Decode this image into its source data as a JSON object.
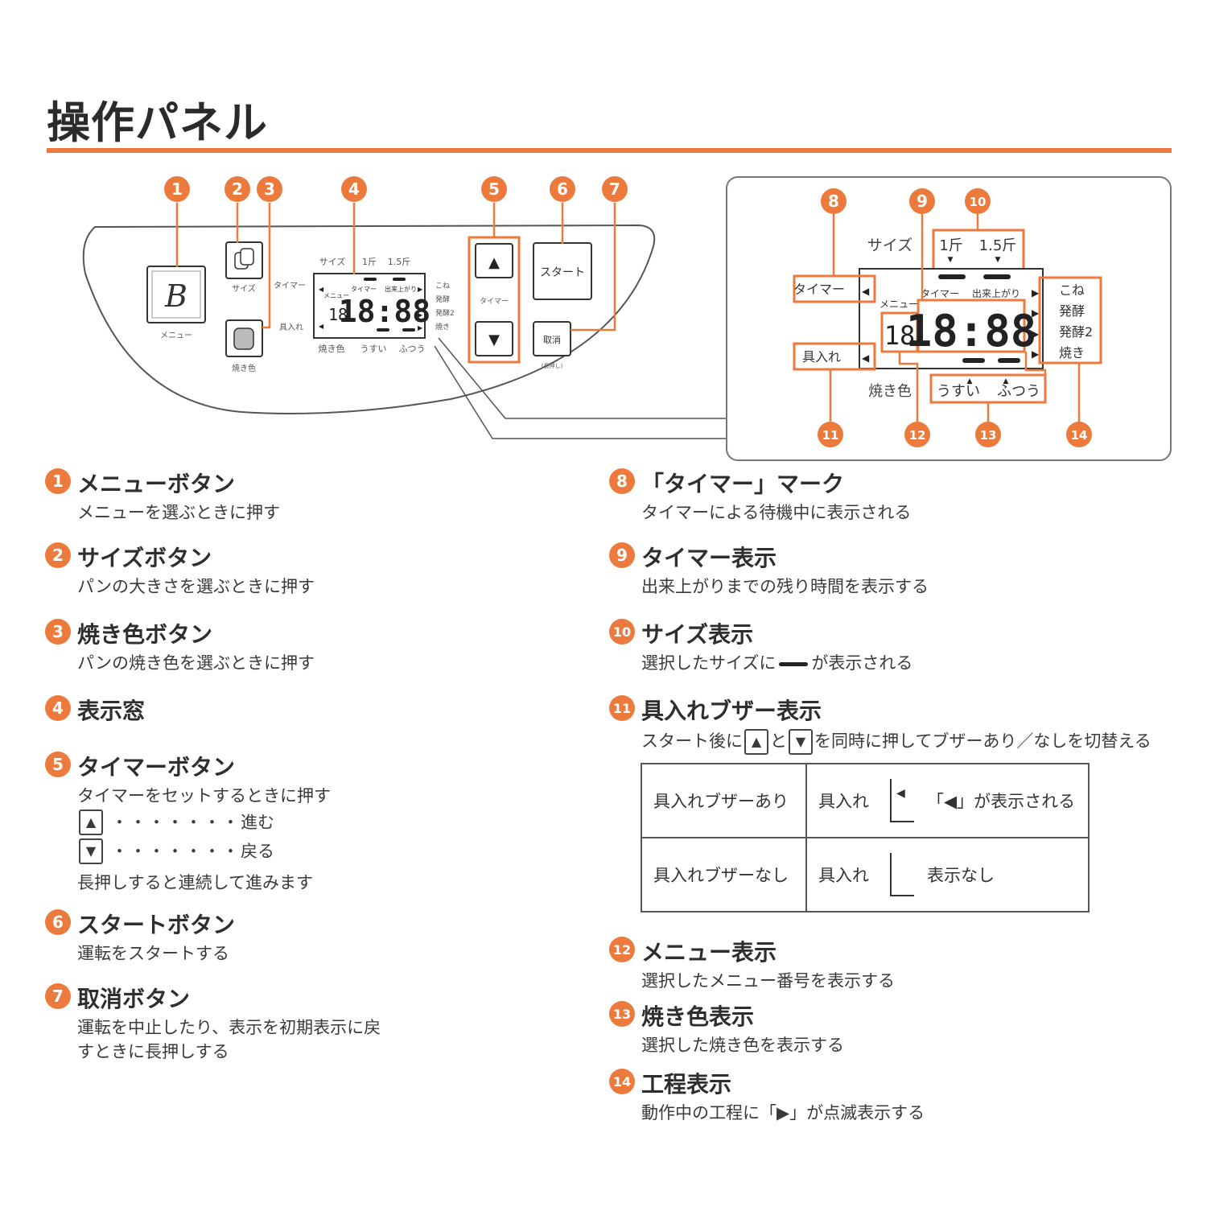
{
  "title": "操作パネル",
  "colors": {
    "accent": "#ec7a3c",
    "line": "#555555",
    "text": "#333333"
  },
  "panel": {
    "menu_label": "メニュー",
    "size_label": "サイズ",
    "color_label": "焼き色",
    "timer_side": "タイマー",
    "gu_side": "具入れ",
    "lcd_top": {
      "size": "サイズ",
      "one": "1斤",
      "onehalf": "1.5斤"
    },
    "lcd_inner": {
      "menu": "メニュー",
      "timer": "タイマー",
      "done": "出来上がり",
      "menu_num": "18",
      "time": "18:88"
    },
    "process": [
      "こね",
      "発酵",
      "発酵2",
      "焼き"
    ],
    "lcd_bottom": {
      "color": "焼き色",
      "light": "うすい",
      "normal": "ふつう"
    },
    "timer_label": "タイマー",
    "start_label": "スタート",
    "cancel_label": "取消",
    "cancel_sub": "(長押し)"
  },
  "zoom": {
    "size": "サイズ",
    "one": "1斤",
    "onehalf": "1.5斤",
    "timer_mark": "タイマー",
    "gu_mark": "具入れ",
    "menu": "メニュー",
    "timer": "タイマー",
    "done": "出来上がり",
    "menu_num": "18",
    "time": "18:88",
    "process": [
      "こね",
      "発酵",
      "発酵2",
      "焼き"
    ],
    "color": "焼き色",
    "light": "うすい",
    "normal": "ふつう"
  },
  "callouts": [
    "1",
    "2",
    "3",
    "4",
    "5",
    "6",
    "7",
    "8",
    "9",
    "10",
    "11",
    "12",
    "13",
    "14"
  ],
  "items": [
    {
      "num": "1",
      "title": "メニューボタン",
      "body": [
        "メニューを選ぶときに押す"
      ]
    },
    {
      "num": "2",
      "title": "サイズボタン",
      "body": [
        "パンの大きさを選ぶときに押す"
      ]
    },
    {
      "num": "3",
      "title": "焼き色ボタン",
      "body": [
        "パンの焼き色を選ぶときに押す"
      ]
    },
    {
      "num": "4",
      "title": "表示窓",
      "body": []
    },
    {
      "num": "5",
      "title": "タイマーボタン",
      "body": [
        "タイマーをセットするときに押す"
      ],
      "keys": [
        {
          "key": "▲",
          "dots": "・・・・・・・",
          "text": "進む"
        },
        {
          "key": "▼",
          "dots": "・・・・・・・",
          "text": "戻る"
        }
      ],
      "note": "長押しすると連続して進みます"
    },
    {
      "num": "6",
      "title": "スタートボタン",
      "body": [
        "運転をスタートする"
      ]
    },
    {
      "num": "7",
      "title": "取消ボタン",
      "body": [
        "運転を中止したり、表示を初期表示に戻",
        "すときに長押しする"
      ]
    },
    {
      "num": "8",
      "title": "「タイマー」マーク",
      "body": [
        "タイマーによる待機中に表示される"
      ]
    },
    {
      "num": "9",
      "title": "タイマー表示",
      "body": [
        "出来上がりまでの残り時間を表示する"
      ]
    },
    {
      "num": "10",
      "title": "サイズ表示",
      "body_pre": "選択したサイズに",
      "body_post": "が表示される"
    },
    {
      "num": "11",
      "title": "具入れブザー表示",
      "body_a": "スタート後に",
      "key1": "▲",
      "body_b": "と",
      "key2": "▼",
      "body_c": "を同時に押してブザーあり／なしを切替える"
    },
    {
      "num": "12",
      "title": "メニュー表示",
      "body": [
        "選択したメニュー番号を表示する"
      ]
    },
    {
      "num": "13",
      "title": "焼き色表示",
      "body": [
        "選択した焼き色を表示する"
      ]
    },
    {
      "num": "14",
      "title": "工程表示",
      "body": [
        "動作中の工程に「▶」が点滅表示する"
      ]
    }
  ],
  "buzzer_table": [
    {
      "label": "具入れブザーあり",
      "gu": "具入れ",
      "tri": "◀",
      "result": "「◀」が表示される"
    },
    {
      "label": "具入れブザーなし",
      "gu": "具入れ",
      "tri": "",
      "result": "表示なし"
    }
  ]
}
